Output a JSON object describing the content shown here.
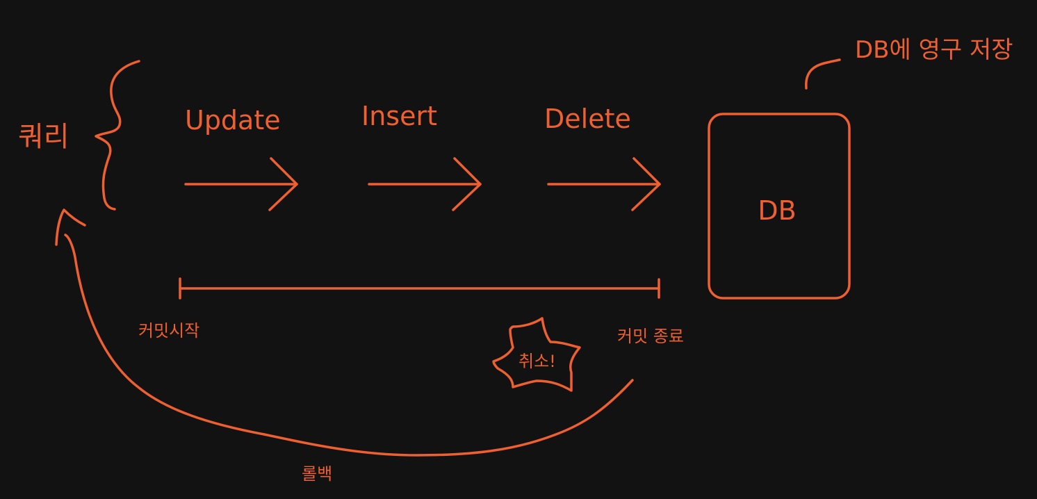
{
  "diagram": {
    "accent_color": "#ee6030",
    "background_color": "#121212",
    "query_label": "쿼리",
    "operations": [
      "Update",
      "Insert",
      "Delete"
    ],
    "db_label": "DB",
    "db_note": "DB에 영구 저장",
    "commit_start": "커밋시작",
    "commit_end": "커밋 종료",
    "cancel_label": "취소!",
    "rollback_label": "롤백"
  }
}
